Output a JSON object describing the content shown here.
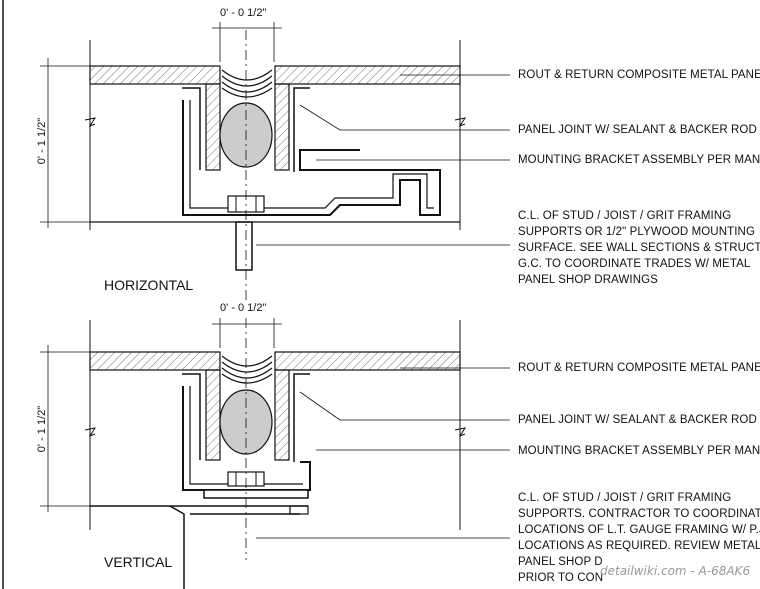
{
  "views": [
    {
      "id": "horizontal",
      "title": "HORIZONTAL",
      "dim_joint": "0' - 0 1/2\"",
      "dim_depth": "0' - 1 1/2\"",
      "notes": [
        "ROUT & RETURN COMPOSITE METAL PANEL",
        "PANEL JOINT W/ SEALANT & BACKER ROD",
        "MOUNTING BRACKET ASSEMBLY PER MANUF.",
        "C.L. OF STUD / JOIST / GRIT FRAMING",
        "SUPPORTS OR 1/2\" PLYWOOD MOUNTING",
        "SURFACE. SEE WALL SECTIONS & STRUCT.",
        "G.C. TO COORDINATE TRADES W/ METAL",
        "PANEL SHOP DRAWINGS"
      ]
    },
    {
      "id": "vertical",
      "title": "VERTICAL",
      "dim_joint": "0' - 0 1/2\"",
      "dim_depth": "0' - 1 1/2\"",
      "notes": [
        "ROUT & RETURN COMPOSITE METAL PANEL",
        "PANEL JOINT W/ SEALANT & BACKER ROD",
        "MOUNTING BRACKET ASSEMBLY PER MANUF.",
        "C.L. OF STUD / JOIST / GRIT FRAMING",
        "SUPPORTS. CONTRACTOR TO COORDINATE",
        "LOCATIONS OF L.T. GAUGE FRAMING W/ P.J.",
        "LOCATIONS AS REQUIRED. REVIEW METAL",
        "PANEL SHOP D",
        "PRIOR TO CON"
      ]
    }
  ],
  "watermark": "detailwiki.com - A-68AK6",
  "colors": {
    "line": "#111111",
    "backer_rod": "#cccccc",
    "hatch": "#555555"
  }
}
